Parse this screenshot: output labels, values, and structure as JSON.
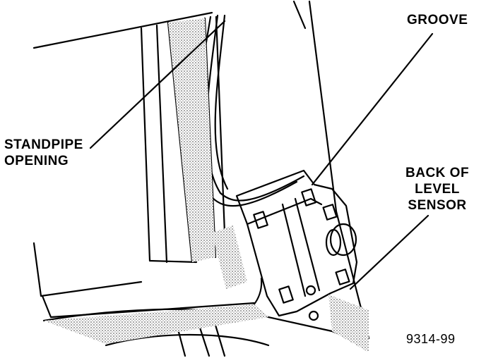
{
  "callouts": {
    "groove": "GROOVE",
    "standpipe_opening": "STANDPIPE\nOPENING",
    "back_of_level_sensor": "BACK OF\nLEVEL\nSENSOR"
  },
  "figure_number": "9314-99",
  "colors": {
    "ink": "#000000",
    "paper": "#ffffff",
    "stipple": "#b8b8b8"
  }
}
